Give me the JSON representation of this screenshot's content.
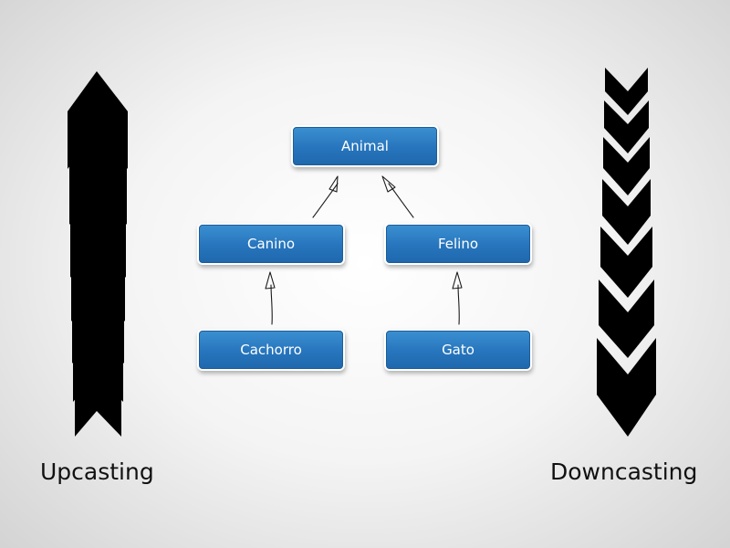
{
  "diagram": {
    "nodes": {
      "animal": "Animal",
      "canino": "Canino",
      "felino": "Felino",
      "cachorro": "Cachorro",
      "gato": "Gato"
    },
    "edges": [
      {
        "from": "canino",
        "to": "animal"
      },
      {
        "from": "felino",
        "to": "animal"
      },
      {
        "from": "cachorro",
        "to": "canino"
      },
      {
        "from": "gato",
        "to": "felino"
      }
    ]
  },
  "captions": {
    "left": "Upcasting",
    "right": "Downcasting"
  },
  "colors": {
    "node_fill": "#2775bd",
    "node_text": "#ffffff",
    "chevron": "#000000"
  },
  "icons": {
    "left_arrow": "up-chevron-stack-icon",
    "right_arrow": "down-chevron-stack-icon"
  }
}
